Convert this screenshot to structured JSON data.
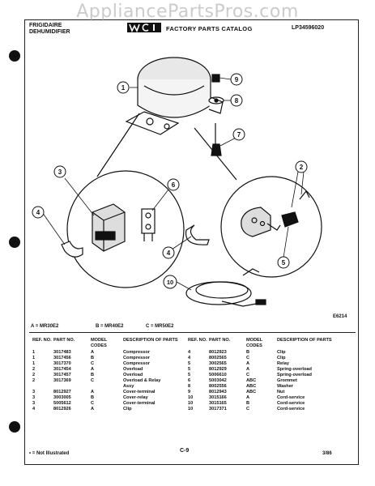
{
  "watermark": "AppliancePartsPros.com",
  "header": {
    "brand_line1": "FRIGIDAIRE",
    "brand_line2": "DEHUMIDIFIER",
    "title": "FACTORY PARTS CATALOG",
    "model": "LP34596020"
  },
  "diagram": {
    "code": "E6214",
    "callouts": [
      "1",
      "2",
      "3",
      "4",
      "5",
      "6",
      "7",
      "8",
      "9",
      "10"
    ]
  },
  "legend": {
    "a": "A = MR30E2",
    "b": "B = MR40E2",
    "c": "C = MR50E2"
  },
  "columns": {
    "ref": "REF. NO.",
    "part": "PART NO.",
    "model": "MODEL CODES",
    "desc": "DESCRIPTION OF PARTS"
  },
  "parts_left": [
    {
      "ref": "1",
      "part": "3017483",
      "model": "A",
      "desc": "Compressor"
    },
    {
      "ref": "1",
      "part": "3017456",
      "model": "B",
      "desc": "Compressor"
    },
    {
      "ref": "1",
      "part": "3017370",
      "model": "C",
      "desc": "Compressor"
    },
    {
      "ref": "2",
      "part": "3017454",
      "model": "A",
      "desc": "Overload"
    },
    {
      "ref": "2",
      "part": "3017457",
      "model": "B",
      "desc": "Overload"
    },
    {
      "ref": "2",
      "part": "3017369",
      "model": "C",
      "desc": "Overload & Relay"
    },
    {
      "ref": "",
      "part": "",
      "model": "",
      "desc": "Assy"
    },
    {
      "ref": "3",
      "part": "8012927",
      "model": "A",
      "desc": "Cover-terminal"
    },
    {
      "ref": "3",
      "part": "3003005",
      "model": "B",
      "desc": "Cover-relay"
    },
    {
      "ref": "3",
      "part": "5005612",
      "model": "C",
      "desc": "Cover-terminal"
    },
    {
      "ref": "4",
      "part": "8012926",
      "model": "A",
      "desc": "Clip"
    }
  ],
  "parts_right": [
    {
      "ref": "4",
      "part": "8012923",
      "model": "B",
      "desc": "Clip"
    },
    {
      "ref": "4",
      "part": "8002565",
      "model": "C",
      "desc": "Clip"
    },
    {
      "ref": "5",
      "part": "3002565",
      "model": "A",
      "desc": "Relay"
    },
    {
      "ref": "5",
      "part": "8012929",
      "model": "A",
      "desc": "Spring-overload"
    },
    {
      "ref": "5",
      "part": "5006610",
      "model": "C",
      "desc": "Spring-overload"
    },
    {
      "ref": "6",
      "part": "5003042",
      "model": "ABC",
      "desc": "Grommet"
    },
    {
      "ref": "8",
      "part": "8002556",
      "model": "ABC",
      "desc": "Washer"
    },
    {
      "ref": "9",
      "part": "8012943",
      "model": "ABC",
      "desc": "Nut"
    },
    {
      "ref": "10",
      "part": "3015166",
      "model": "A",
      "desc": "Cord-service"
    },
    {
      "ref": "10",
      "part": "3015165",
      "model": "B",
      "desc": "Cord-service"
    },
    {
      "ref": "10",
      "part": "3017371",
      "model": "C",
      "desc": "Cord-service"
    }
  ],
  "footer": {
    "note": "• = Not Illustrated",
    "page": "C-9",
    "date": "3/86"
  }
}
